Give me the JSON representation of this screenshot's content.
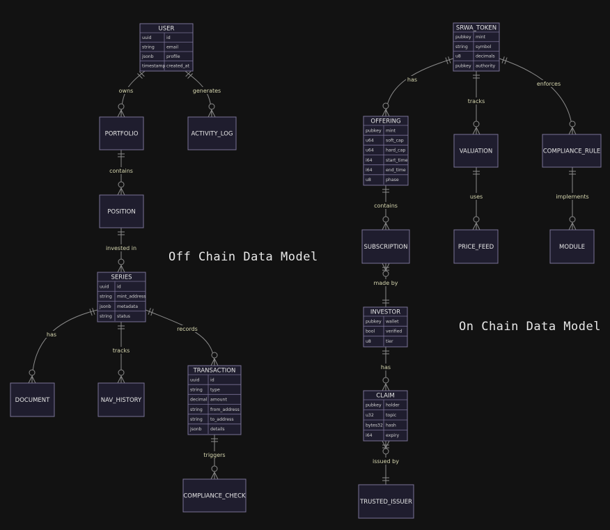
{
  "titles": {
    "off_chain": "Off Chain Data Model",
    "on_chain": "On Chain Data Model"
  },
  "entities": {
    "USER": {
      "name": "USER",
      "attributes": [
        [
          "uuid",
          "id"
        ],
        [
          "string",
          "email"
        ],
        [
          "jsonb",
          "profile"
        ],
        [
          "timestamp",
          "created_at"
        ]
      ]
    },
    "PORTFOLIO": {
      "name": "PORTFOLIO",
      "attributes": []
    },
    "ACTIVITY_LOG": {
      "name": "ACTIVITY_LOG",
      "attributes": []
    },
    "POSITION": {
      "name": "POSITION",
      "attributes": []
    },
    "SERIES": {
      "name": "SERIES",
      "attributes": [
        [
          "uuid",
          "id"
        ],
        [
          "string",
          "mint_address"
        ],
        [
          "jsonb",
          "metadata"
        ],
        [
          "string",
          "status"
        ]
      ]
    },
    "DOCUMENT": {
      "name": "DOCUMENT",
      "attributes": []
    },
    "NAV_HISTORY": {
      "name": "NAV_HISTORY",
      "attributes": []
    },
    "TRANSACTION": {
      "name": "TRANSACTION",
      "attributes": [
        [
          "uuid",
          "id"
        ],
        [
          "string",
          "type"
        ],
        [
          "decimal",
          "amount"
        ],
        [
          "string",
          "from_address"
        ],
        [
          "string",
          "to_address"
        ],
        [
          "jsonb",
          "details"
        ]
      ]
    },
    "COMPLIANCE_CHECK": {
      "name": "COMPLIANCE_CHECK",
      "attributes": []
    },
    "SRWA_TOKEN": {
      "name": "SRWA_TOKEN",
      "attributes": [
        [
          "pubkey",
          "mint"
        ],
        [
          "string",
          "symbol"
        ],
        [
          "u8",
          "decimals"
        ],
        [
          "pubkey",
          "authority"
        ]
      ]
    },
    "OFFERING": {
      "name": "OFFERING",
      "attributes": [
        [
          "pubkey",
          "mint"
        ],
        [
          "u64",
          "soft_cap"
        ],
        [
          "u64",
          "hard_cap"
        ],
        [
          "i64",
          "start_time"
        ],
        [
          "i64",
          "end_time"
        ],
        [
          "u8",
          "phase"
        ]
      ]
    },
    "VALUATION": {
      "name": "VALUATION",
      "attributes": []
    },
    "COMPLIANCE_RULE": {
      "name": "COMPLIANCE_RULE",
      "attributes": []
    },
    "SUBSCRIPTION": {
      "name": "SUBSCRIPTION",
      "attributes": []
    },
    "PRICE_FEED": {
      "name": "PRICE_FEED",
      "attributes": []
    },
    "MODULE": {
      "name": "MODULE",
      "attributes": []
    },
    "INVESTOR": {
      "name": "INVESTOR",
      "attributes": [
        [
          "pubkey",
          "wallet"
        ],
        [
          "bool",
          "verified"
        ],
        [
          "u8",
          "tier"
        ]
      ]
    },
    "CLAIM": {
      "name": "CLAIM",
      "attributes": [
        [
          "pubkey",
          "holder"
        ],
        [
          "u32",
          "topic"
        ],
        [
          "bytes32",
          "hash"
        ],
        [
          "i64",
          "expiry"
        ]
      ]
    },
    "TRUSTED_ISSUER": {
      "name": "TRUSTED_ISSUER",
      "attributes": []
    }
  },
  "relationships": [
    {
      "from": "USER",
      "to": "PORTFOLIO",
      "label": "owns"
    },
    {
      "from": "USER",
      "to": "ACTIVITY_LOG",
      "label": "generates"
    },
    {
      "from": "PORTFOLIO",
      "to": "POSITION",
      "label": "contains"
    },
    {
      "from": "POSITION",
      "to": "SERIES",
      "label": "invested in"
    },
    {
      "from": "SERIES",
      "to": "DOCUMENT",
      "label": "has"
    },
    {
      "from": "SERIES",
      "to": "NAV_HISTORY",
      "label": "tracks"
    },
    {
      "from": "SERIES",
      "to": "TRANSACTION",
      "label": "records"
    },
    {
      "from": "TRANSACTION",
      "to": "COMPLIANCE_CHECK",
      "label": "triggers"
    },
    {
      "from": "SRWA_TOKEN",
      "to": "OFFERING",
      "label": "has"
    },
    {
      "from": "SRWA_TOKEN",
      "to": "VALUATION",
      "label": "tracks"
    },
    {
      "from": "SRWA_TOKEN",
      "to": "COMPLIANCE_RULE",
      "label": "enforces"
    },
    {
      "from": "OFFERING",
      "to": "SUBSCRIPTION",
      "label": "contains"
    },
    {
      "from": "VALUATION",
      "to": "PRICE_FEED",
      "label": "uses"
    },
    {
      "from": "COMPLIANCE_RULE",
      "to": "MODULE",
      "label": "implements"
    },
    {
      "from": "SUBSCRIPTION",
      "to": "INVESTOR",
      "label": "made by"
    },
    {
      "from": "INVESTOR",
      "to": "CLAIM",
      "label": "has"
    },
    {
      "from": "CLAIM",
      "to": "TRUSTED_ISSUER",
      "label": "issued by"
    }
  ]
}
